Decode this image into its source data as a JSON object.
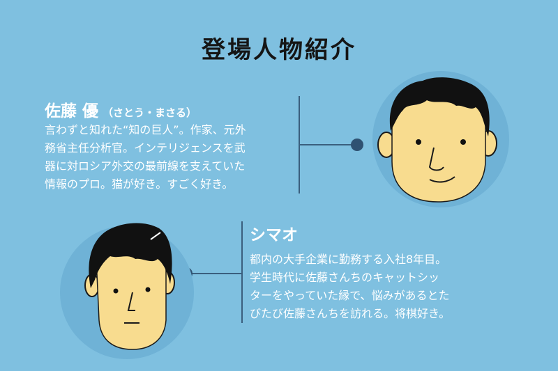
{
  "title": "登場人物紹介",
  "characters": [
    {
      "name": "佐藤 優",
      "reading": "（さとう・まさる）",
      "description": "言わずと知れた“知の巨人”。作家、元外\n務省主任分析官。インテリジェンスを武\n器に対ロシア外交の最前線を支えていた\n情報のプロ。猫が好き。すごく好き。"
    },
    {
      "name": "シマオ",
      "description": "都内の大手企業に勤務する入社8年目。\n学生時代に佐藤さんちのキャットシッ\nターをやっていた縁で、悩みがあるとた\nびたび佐藤さんちを訪れる。将棋好き。"
    }
  ],
  "colors": {
    "background": "#7fc0e0",
    "portrait_circle": "#6fb2d6",
    "skin": "#f8dc8f",
    "hair": "#111111",
    "connector": "#2f5272"
  }
}
